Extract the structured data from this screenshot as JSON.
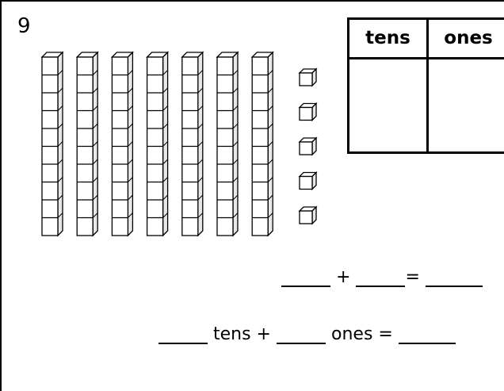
{
  "problem": {
    "number": "9",
    "tens_rods": 7,
    "unit_cubes": 5,
    "cubes_per_rod": 10
  },
  "place_value_table": {
    "headers": [
      "tens",
      "ones"
    ]
  },
  "equation_1": {
    "plus": "+",
    "equals": "="
  },
  "equation_2": {
    "tens_label": "tens +",
    "ones_label": "ones ="
  }
}
